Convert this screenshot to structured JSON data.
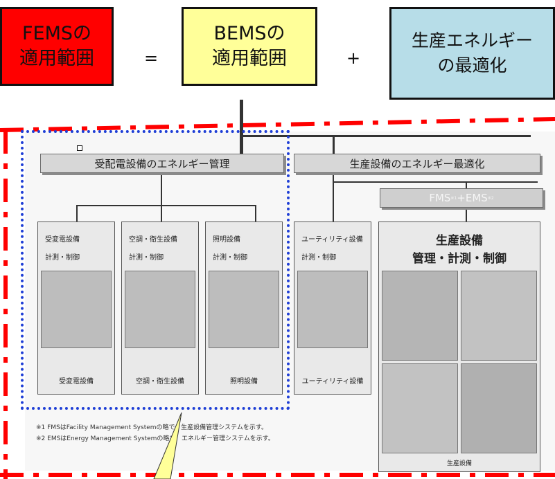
{
  "top": {
    "fems": {
      "line1": "FEMSの",
      "line2": "適用範囲"
    },
    "eq": "=",
    "bems": {
      "line1": "BEMSの",
      "line2": "適用範囲"
    },
    "plus": "+",
    "prod": {
      "line1": "生産エネルギー",
      "line2": "の最適化"
    }
  },
  "headers": {
    "left": "受配電設備のエネルギー管理",
    "right": "生産設備のエネルギー最適化",
    "fms": "FMS",
    "fms_sup": "※1",
    "fms_plus": "+",
    "ems": "EMS",
    "ems_sup": "※2"
  },
  "cards": [
    {
      "title": "受変電設備",
      "sub": "計測・制御",
      "footer": "受変電設備"
    },
    {
      "title": "空調・衛生設備",
      "sub": "計測・制御",
      "footer": "空調・衛生設備"
    },
    {
      "title": "照明設備",
      "sub": "計測・制御",
      "footer": "照明設備"
    },
    {
      "title": "ユーティリティ設備",
      "sub": "計測・制御",
      "footer": "ユーティリティ設備"
    }
  ],
  "production": {
    "title1": "生産設備",
    "title2": "管理・計測・制御",
    "footer": "生産設備"
  },
  "notes": [
    "※1 FMSはFacility Management Systemの略で、生産設備管理システムを示す。",
    "※2 EMSはEnergy Management Systemの略で、エネルギー管理システムを示す。"
  ],
  "colors": {
    "fems_bg": "#ff0000",
    "bems_bg": "#ffff99",
    "prod_bg": "#b7dde8",
    "red_boundary": "#ff0000",
    "blue_boundary": "#1f3fd6",
    "callout": "#ffff99"
  }
}
